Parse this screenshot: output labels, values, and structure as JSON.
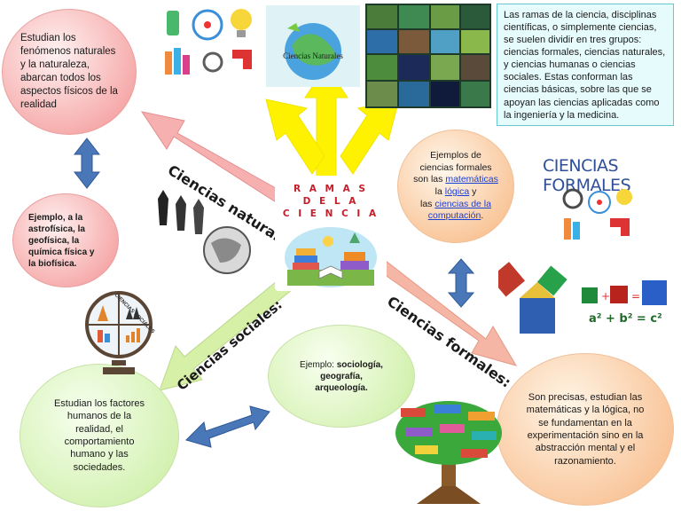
{
  "center": {
    "title_line1": "R A M A S",
    "title_line2": "D E   L A",
    "title_line3": "C I E N C I A"
  },
  "info_box": {
    "text": "Las ramas de la ciencia, disciplinas científicas, o simplemente ciencias, se suelen dividir en tres grupos: ciencias formales, ciencias naturales, y ciencias humanas o ciencias sociales. Estas conforman las ciencias básicas, sobre las que se apoyan las ciencias aplicadas como la ingeniería y la medicina."
  },
  "natural": {
    "arrow_label": "Ciencias naturales:",
    "description": "Estudian los fenómenos naturales y la naturaleza, abarcan todos los aspectos físicos de la realidad",
    "example": "Ejemplo, a la astrofísica, la geofísica, la química física y la biofísica.",
    "image_caption": "Ciencias Naturales"
  },
  "formal": {
    "arrow_label": "Ciencias formales:",
    "examples_prefix": "Ejemplos de ciencias formales son las",
    "link_math": "matemáticas",
    "link_logic": "lógica",
    "link_cs": "ciencias de la computación",
    "examples_text_la": "la",
    "examples_text_y": "y",
    "examples_text_las": "las",
    "examples_text_end": ".",
    "description": "Son precisas, estudian las matemáticas y la lógica, no se fundamentan en la experimentación sino en la abstracción mental y el razonamiento.",
    "heading": "CIENCIAS FORMALES",
    "formula": "a² + b² = c²"
  },
  "social": {
    "arrow_label": "Ciencias sociales:",
    "description": "Estudian los factores humanos de la realidad, el comportamiento humano y las sociedades.",
    "example_prefix": "Ejemplo:",
    "example_list": "sociología, geografía, arqueología.",
    "globe_label": "CIENCIAS SOCIALES"
  },
  "colors": {
    "natural_arrow": "#f7b0b0",
    "formal_arrow": "#f6b6a6",
    "social_arrow": "#d7f0a8",
    "yellow_arrows": "#fff200",
    "blue_arrows": "#4a77b8",
    "center_title": "#c41e2a"
  }
}
